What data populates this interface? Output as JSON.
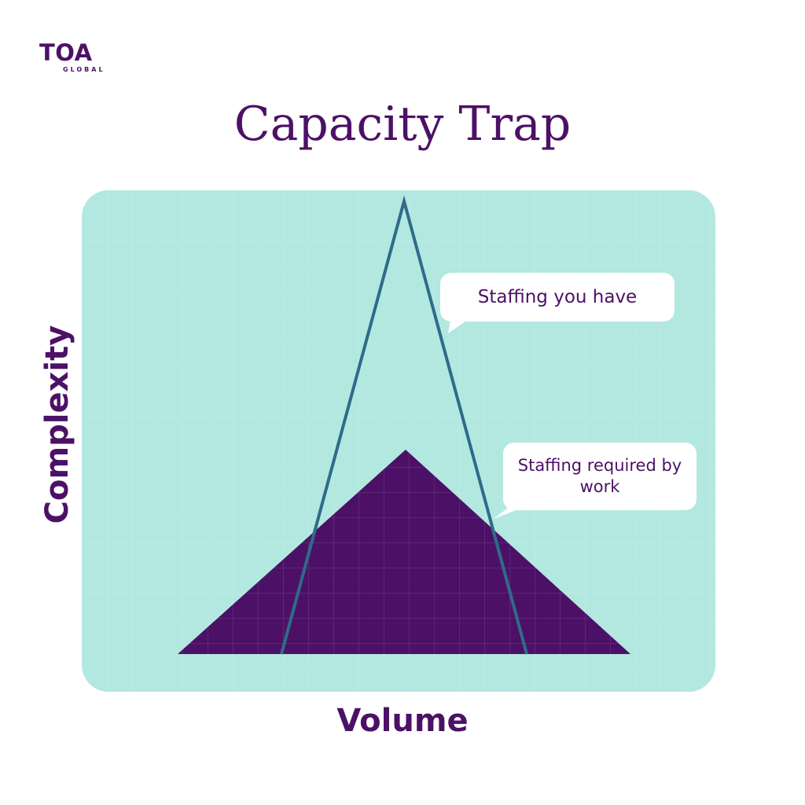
{
  "logo": {
    "main": "TOA",
    "sub": "GLOBAL"
  },
  "title": "Capacity Trap",
  "axes": {
    "x_label": "Volume",
    "y_label": "Complexity"
  },
  "callouts": {
    "staffing_have": "Staffing you have",
    "staffing_required": "Staffing required by work"
  },
  "colors": {
    "brand_purple": "#4c1166",
    "panel_mint": "#b3e8e1",
    "outline_teal": "#2f6b8a",
    "background": "#ffffff"
  }
}
